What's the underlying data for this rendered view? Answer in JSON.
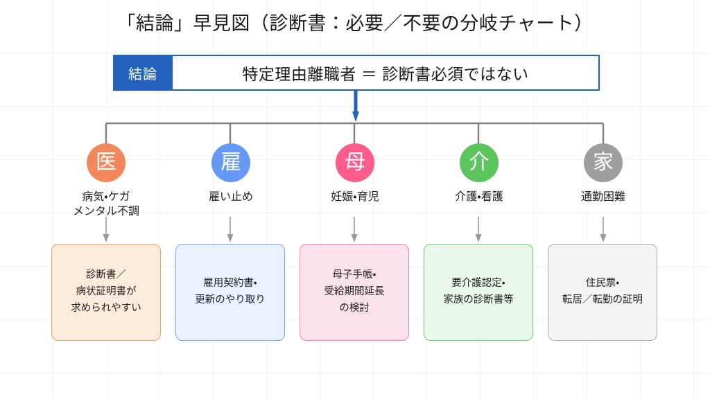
{
  "title": "「結論」早見図（診断書：必要／不要の分岐チャート）",
  "banner": {
    "tag": "結論",
    "statement": "特定理由離職者 ＝ 診断書必須ではない",
    "tag_color": "#2461BD",
    "border_color": "#2461BD",
    "arrow_color": "#2461BD"
  },
  "connector": {
    "line_color": "#808080",
    "arrow_color": "#999999"
  },
  "branches": [
    {
      "glyph": "医",
      "color": "#F2895C",
      "label": "病気・ケガ\nメンタル不調",
      "outcome": "診断書／\n病状証明書が\n求められやすい",
      "outcome_bg": "#FDEBDC",
      "outcome_border": "#F0A06A"
    },
    {
      "glyph": "雇",
      "color": "#6699F5",
      "label": "雇い止め",
      "outcome": "雇用契約書・\n更新のやり取り",
      "outcome_bg": "#E9F0FE",
      "outcome_border": "#7BA5F2"
    },
    {
      "glyph": "母",
      "color": "#FB5C8C",
      "label": "妊娠・育児",
      "outcome": "母子手帳・\n受給期間延長\nの検討",
      "outcome_bg": "#FCE2EC",
      "outcome_border": "#F57FA8"
    },
    {
      "glyph": "介",
      "color": "#5CC45C",
      "label": "介護・看護",
      "outcome": "要介護認定・\n家族の診断書等",
      "outcome_bg": "#E8F7E9",
      "outcome_border": "#74C97A"
    },
    {
      "glyph": "家",
      "color": "#9E9E9E",
      "label": "通勤困難",
      "outcome": "住民票・\n転居／転勤の証明",
      "outcome_bg": "#F3F3F3",
      "outcome_border": "#ABABAB"
    }
  ]
}
